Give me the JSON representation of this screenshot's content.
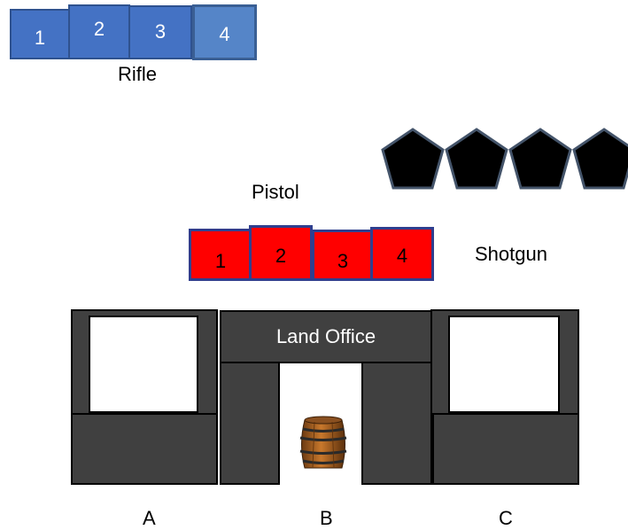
{
  "rifle": {
    "label": "Rifle",
    "targets": [
      "1",
      "2",
      "3",
      "4"
    ]
  },
  "pistol": {
    "label": "Pistol",
    "targets_count": 4
  },
  "shotgun": {
    "label": "Shotgun",
    "targets": [
      "1",
      "2",
      "3",
      "4"
    ]
  },
  "building": {
    "sign": "Land Office"
  },
  "positions": {
    "a": "A",
    "b": "B",
    "c": "C"
  },
  "colors": {
    "rifle_fill": "#4472c4",
    "shotgun_fill": "#ff0000",
    "pistol_fill": "#000000",
    "building_fill": "#404040"
  },
  "icons": {
    "barrel": "barrel-icon"
  }
}
